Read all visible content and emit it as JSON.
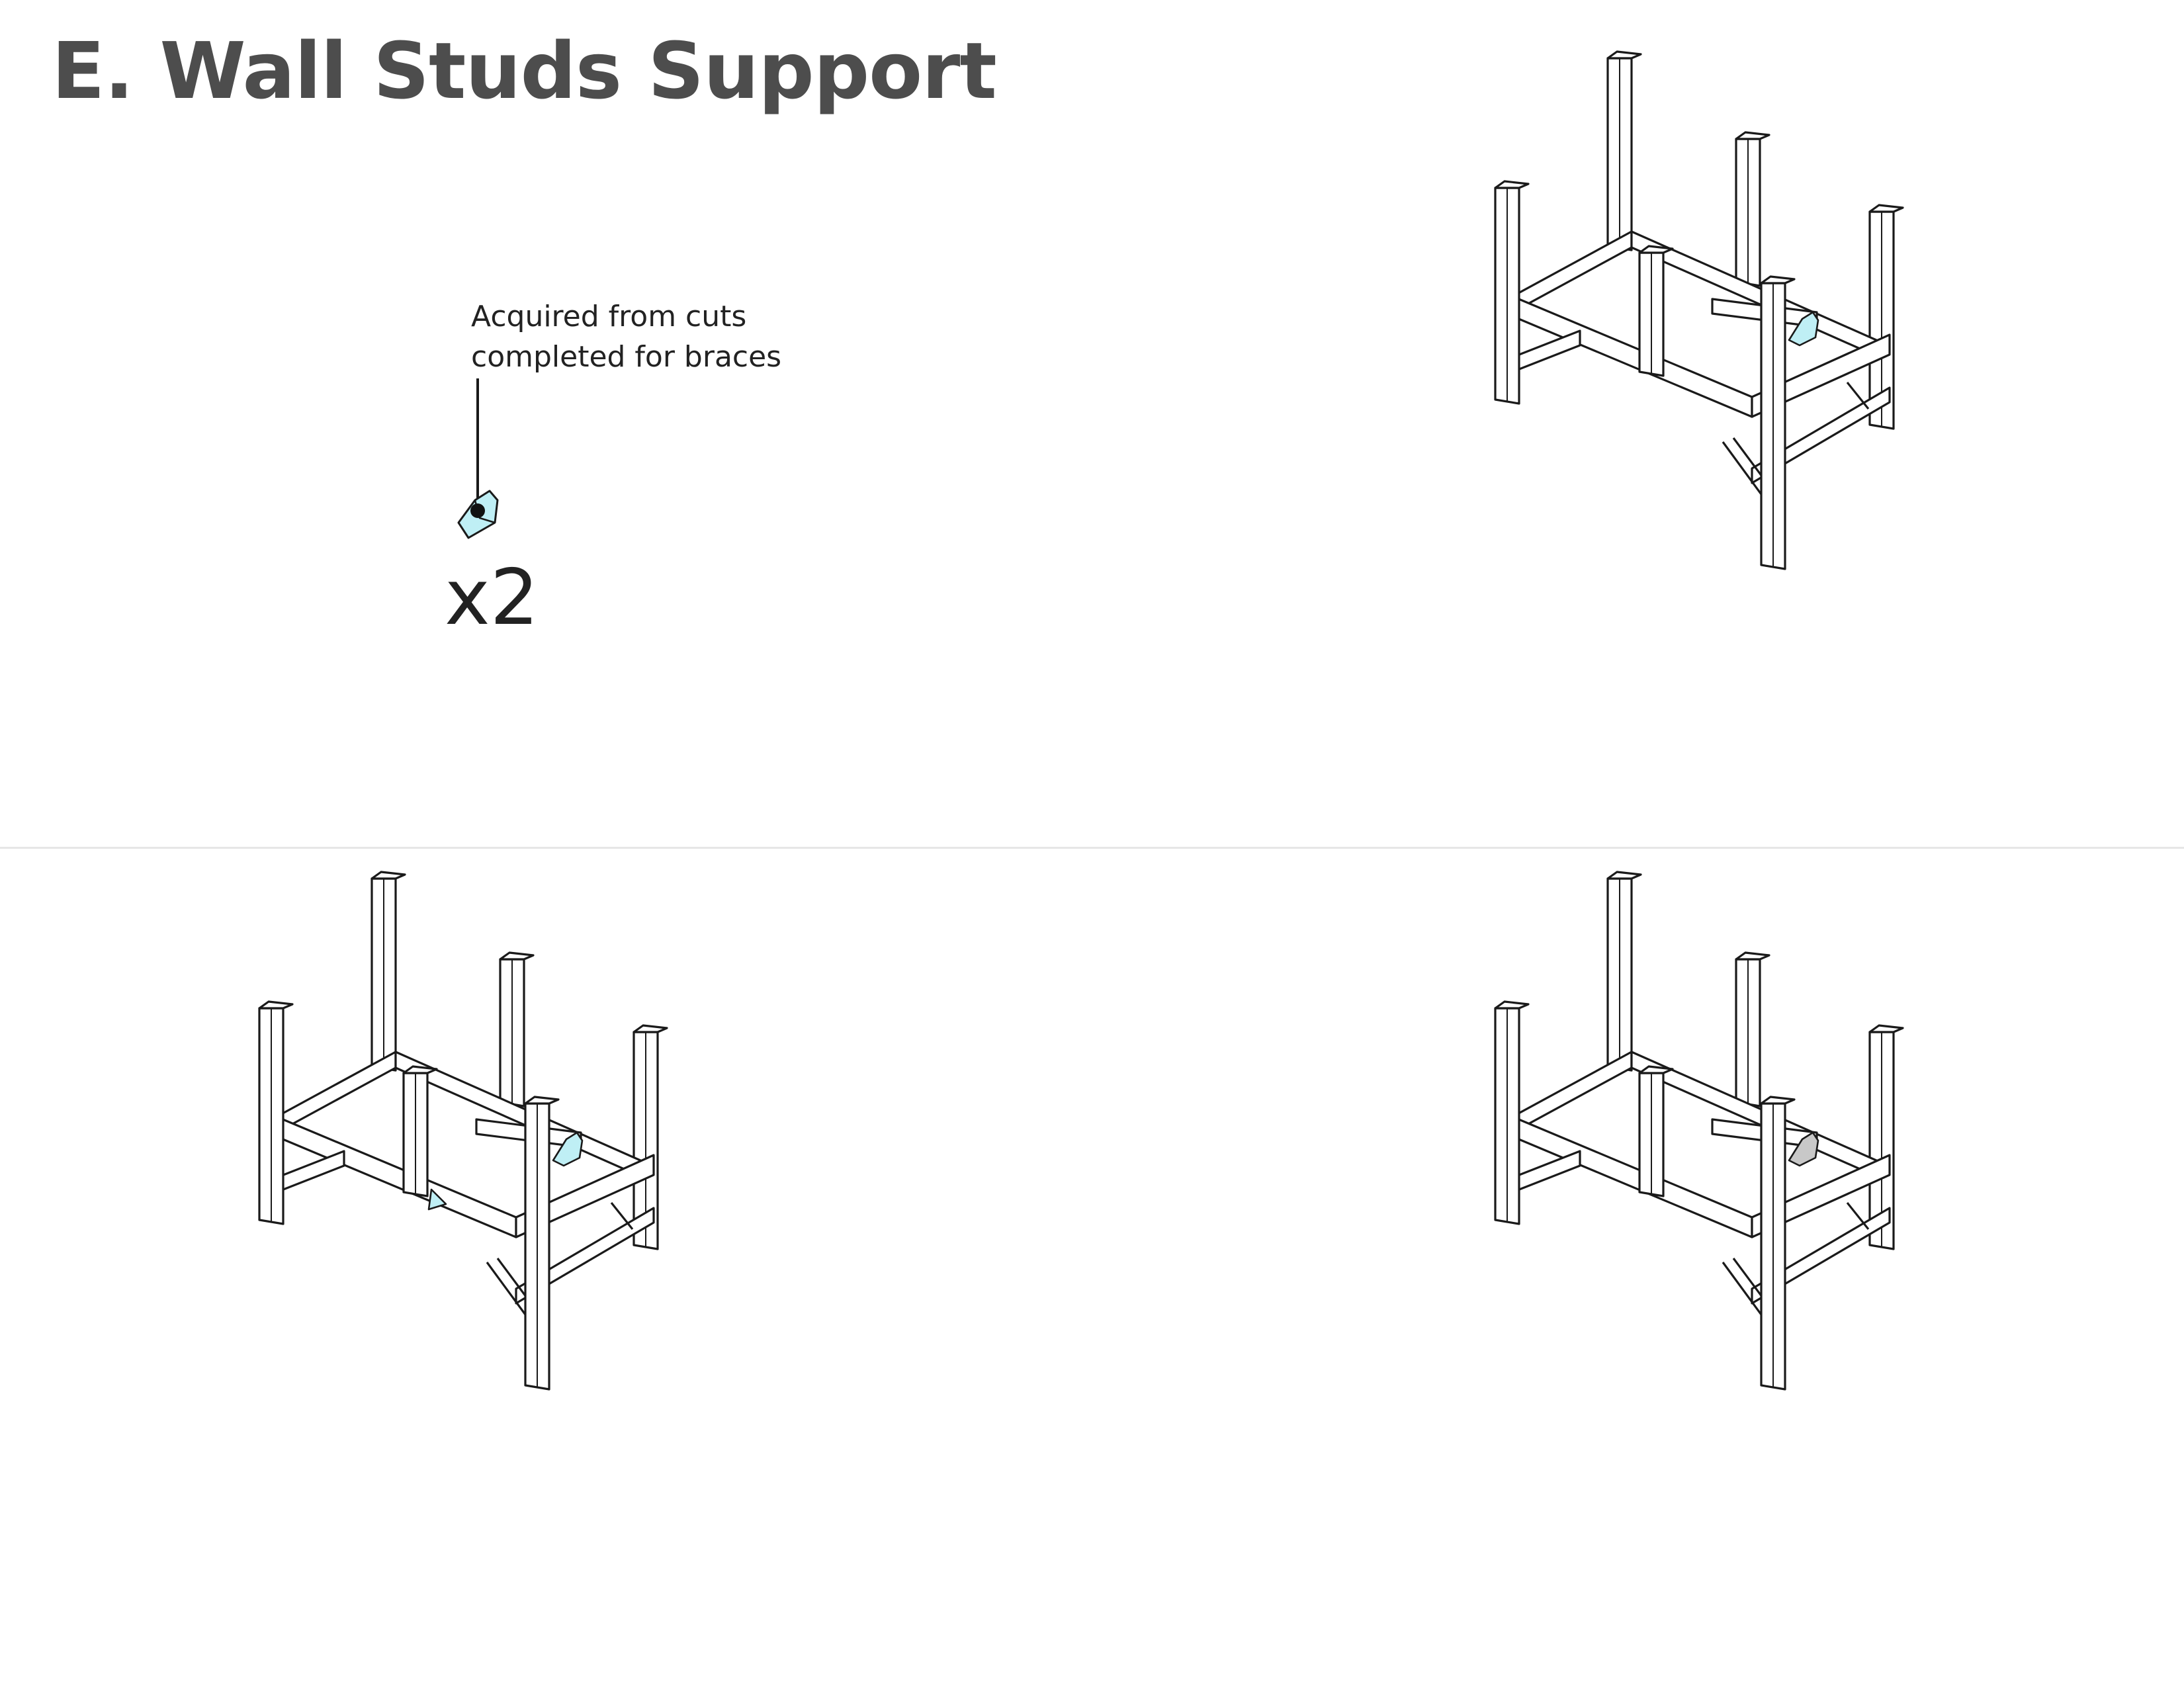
{
  "page": {
    "title": "E. Wall Studs Support"
  },
  "part": {
    "note_lines": [
      "Acquired from cuts",
      "completed for braces"
    ],
    "quantity": "x2",
    "highlight_color": "#bfeff5"
  },
  "colors": {
    "title": "#4d4d4d",
    "line": "#1a1a1a",
    "divider": "#e6e6e6",
    "installed_part": "#c8c8c8"
  },
  "steps": [
    {
      "id": "step-top-right",
      "highlight": "new-part"
    },
    {
      "id": "step-bottom-left",
      "highlight": "new-part"
    },
    {
      "id": "step-bottom-right",
      "highlight": "installed-part"
    }
  ]
}
